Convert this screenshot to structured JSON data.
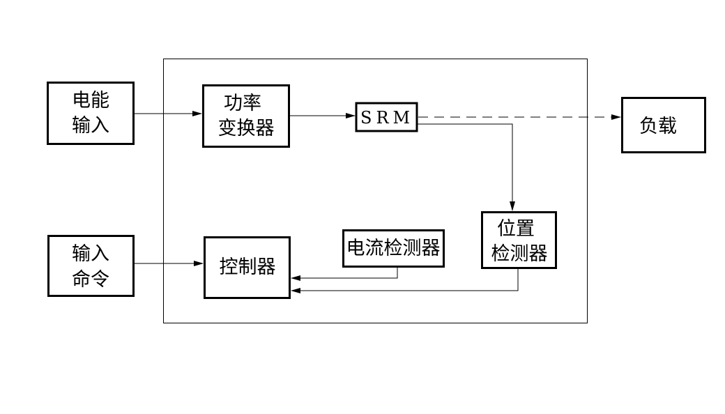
{
  "diagram": {
    "type": "block-diagram",
    "blocks": {
      "power_input": {
        "lines": [
          "电能",
          "输入"
        ]
      },
      "power_converter": {
        "lines": [
          "功率",
          "变换器"
        ]
      },
      "srm": {
        "lines": [
          "SRM"
        ]
      },
      "load": {
        "lines": [
          "负载"
        ]
      },
      "input_command": {
        "lines": [
          "输入",
          "命令"
        ]
      },
      "controller": {
        "lines": [
          "控制器"
        ]
      },
      "current_detector": {
        "lines": [
          "电流检测器"
        ]
      },
      "position_detector": {
        "lines": [
          "位置",
          "检测器"
        ]
      }
    },
    "connections": [
      {
        "from": "power_input",
        "to": "power_converter",
        "style": "solid"
      },
      {
        "from": "power_converter",
        "to": "srm",
        "style": "solid"
      },
      {
        "from": "srm",
        "to": "load",
        "style": "dashed"
      },
      {
        "from": "srm",
        "to": "position_detector",
        "style": "solid"
      },
      {
        "from": "input_command",
        "to": "controller",
        "style": "solid"
      },
      {
        "from": "current_detector",
        "to": "controller",
        "style": "solid"
      },
      {
        "from": "position_detector",
        "to": "controller",
        "style": "solid"
      }
    ]
  }
}
